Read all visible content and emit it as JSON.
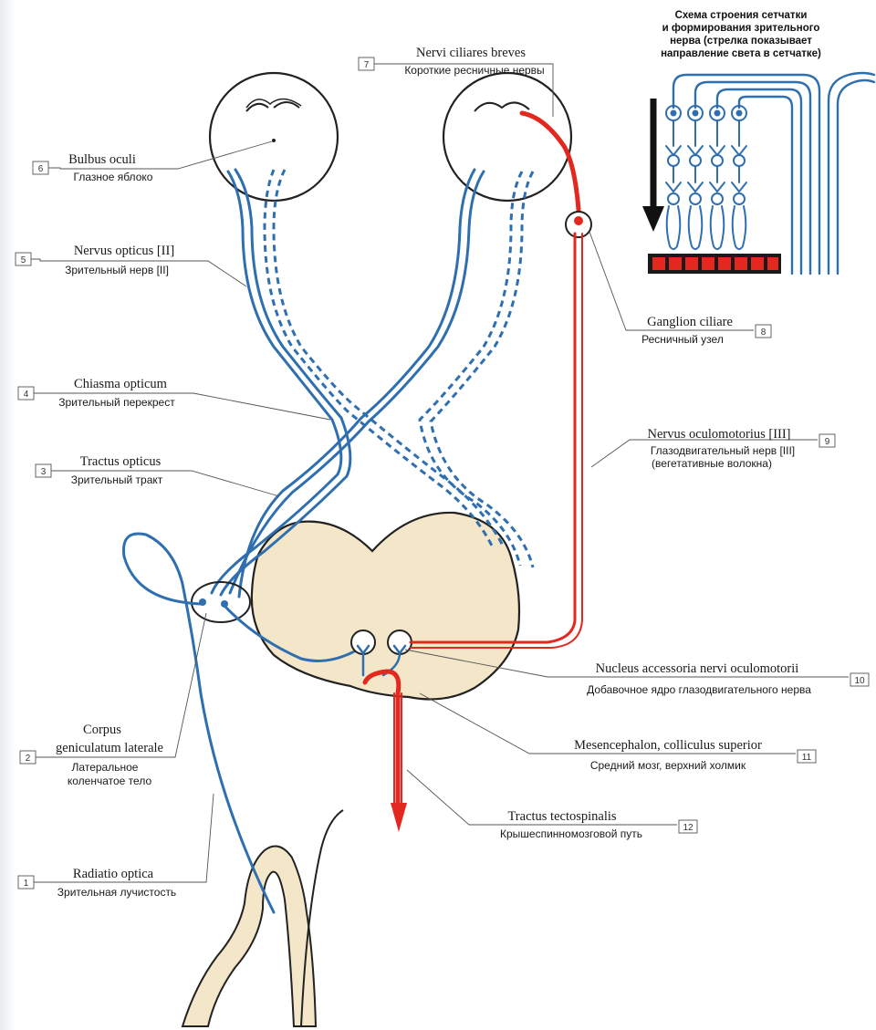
{
  "inset": {
    "title_lines": [
      "Схема строения сетчатки",
      "и формирования зрительного",
      "нерва (стрелка показывает",
      "направление света в сетчатке)"
    ]
  },
  "labels": [
    {
      "number": "1",
      "latin": "Radiatio optica",
      "russian": "Зрительная лучистость"
    },
    {
      "number": "2",
      "latin": "Corpus geniculatum laterale",
      "latin_lines": [
        "Corpus",
        "geniculatum laterale"
      ],
      "russian_lines": [
        "Латеральное",
        "коленчатое тело"
      ]
    },
    {
      "number": "3",
      "latin": "Tractus opticus",
      "russian": "Зрительный тракт"
    },
    {
      "number": "4",
      "latin": "Chiasma opticum",
      "russian": "Зрительный перекрест"
    },
    {
      "number": "5",
      "latin": "Nervus opticus [II]",
      "russian": "Зрительный нерв [II]"
    },
    {
      "number": "6",
      "latin": "Bulbus oculi",
      "russian": "Глазное яблоко"
    },
    {
      "number": "7",
      "latin": "Nervi ciliares breves",
      "russian": "Короткие ресничные нервы"
    },
    {
      "number": "8",
      "latin": "Ganglion ciliare",
      "russian": "Ресничный узел"
    },
    {
      "number": "9",
      "latin": "Nervus oculomotorius [III]",
      "russian_lines": [
        "Глазодвигательный нерв [III]",
        "(вегетативные волокна)"
      ]
    },
    {
      "number": "10",
      "latin": "Nucleus accessoria nervi oculomotorii",
      "russian": "Добавочное ядро глазодвигательного нерва"
    },
    {
      "number": "11",
      "latin": "Mesencephalon, colliculus superior",
      "russian": "Средний мозг, верхний холмик"
    },
    {
      "number": "12",
      "latin": "Tractus tectospinalis",
      "russian": "Крышеспинномозговой путь"
    }
  ],
  "colors": {
    "nerve_blue": "#2f6fb0",
    "nerve_red": "#e3281f",
    "brain_fill": "#f4e6c8",
    "outline": "#222222",
    "label_line": "#555555"
  }
}
